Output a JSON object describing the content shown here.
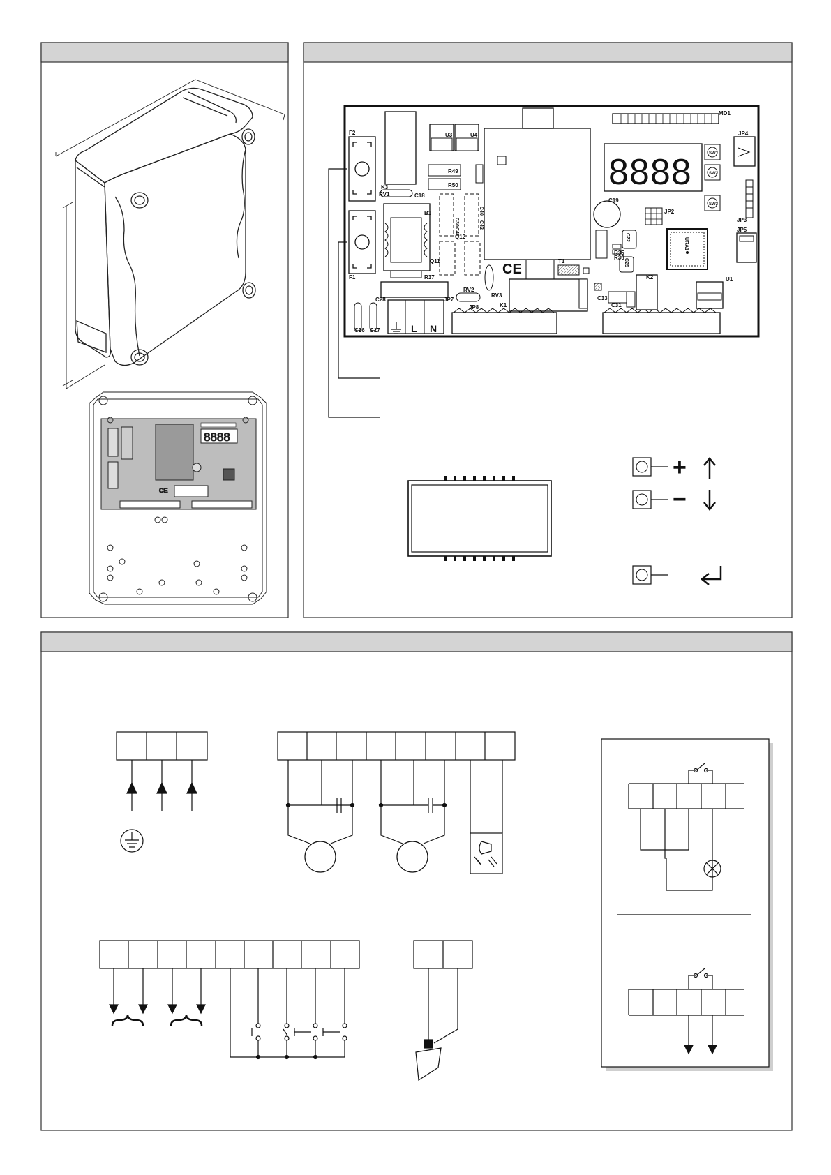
{
  "board_labels": {
    "f2": "F2",
    "f1": "F1",
    "k3": "K3",
    "rv1": "RV1",
    "c18": "C18",
    "b1": "B1",
    "u3": "U3",
    "u4": "U4",
    "r49": "R49",
    "r50": "R50",
    "c30": "C30",
    "c41": "C41",
    "c40": "C40",
    "c42": "C42",
    "q11": "Q11",
    "q12": "Q12",
    "r37": "R37",
    "c28": "C28",
    "rv2": "RV2",
    "rv3": "RV3",
    "jp7": "JP7",
    "jp8": "JP8",
    "k1": "K1",
    "t1": "T1",
    "c19": "C19",
    "jp2": "JP2",
    "c22": "C22",
    "r35": "R35",
    "r36": "R36",
    "c25": "C25",
    "ura1": "URA1",
    "k2": "K2",
    "u1": "U1",
    "c33": "C33",
    "c31": "C31",
    "c26": "C26",
    "c17": "C17",
    "md1": "MD1",
    "jp4": "JP4",
    "jp3": "JP3",
    "jp5": "JP5",
    "sw1": "SW1",
    "sw2": "SW2",
    "sw3": "SW3",
    "ce": "CE",
    "terminal_l": "L",
    "terminal_n": "N",
    "display_digits": "8888"
  },
  "keys": {
    "plus_symbol": "+",
    "minus_symbol": "−"
  },
  "thumbnail": {
    "display_digits": "8888",
    "ce": "CE"
  }
}
